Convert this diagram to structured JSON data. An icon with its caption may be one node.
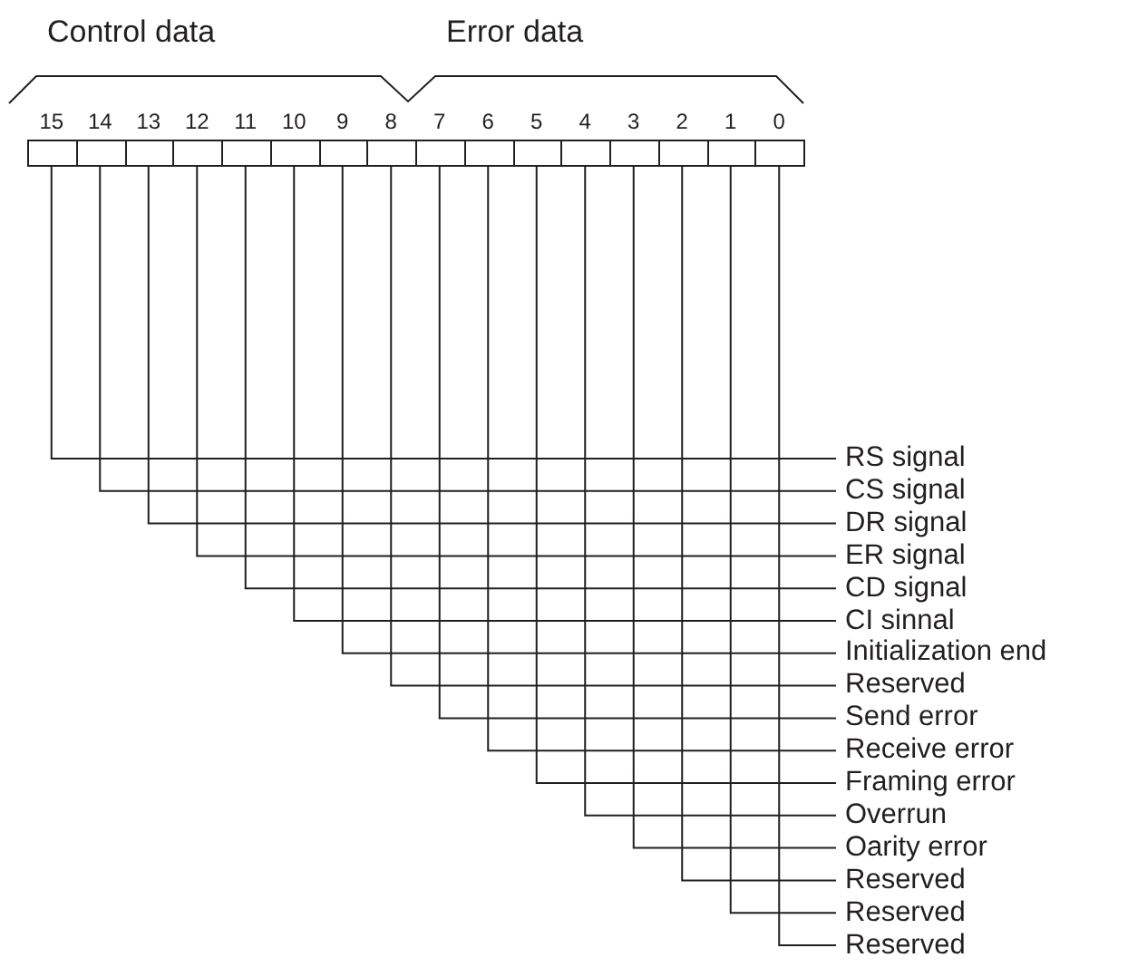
{
  "diagram": {
    "nodes": [
      {
        "text": [],
        "shape": "box",
        "beside": [
          "15"
        ]
      },
      {
        "text": [],
        "shape": "box",
        "beside": [
          "14"
        ]
      },
      {
        "text": [],
        "shape": "box",
        "beside": [
          "13"
        ]
      },
      {
        "text": [],
        "shape": "box",
        "beside": [
          "12"
        ]
      },
      {
        "text": [],
        "shape": "box",
        "beside": [
          "11"
        ]
      },
      {
        "text": [],
        "shape": "box",
        "beside": [
          "10"
        ]
      },
      {
        "text": [],
        "shape": "box",
        "beside": [
          "9"
        ]
      },
      {
        "text": [],
        "shape": "box",
        "beside": [
          "8"
        ]
      },
      {
        "text": [],
        "shape": "box",
        "beside": [
          "7"
        ]
      },
      {
        "text": [],
        "shape": "box",
        "beside": [
          "6"
        ]
      },
      {
        "text": [],
        "shape": "box",
        "beside": [
          "5"
        ]
      },
      {
        "text": [],
        "shape": "box",
        "beside": [
          "4"
        ]
      },
      {
        "text": [],
        "shape": "box",
        "beside": [
          "3"
        ]
      },
      {
        "text": [],
        "shape": "box",
        "beside": [
          "2"
        ]
      },
      {
        "text": [],
        "shape": "box",
        "beside": [
          "1"
        ]
      },
      {
        "text": [],
        "shape": "box",
        "beside": [
          "0"
        ]
      },
      {
        "text": [
          "RS signal"
        ]
      },
      {
        "text": [
          "CS signal"
        ]
      },
      {
        "text": [
          "DR signal"
        ]
      },
      {
        "text": [
          "ER signal"
        ]
      },
      {
        "text": [
          "CD signal"
        ]
      },
      {
        "text": [
          "CI sinnal"
        ]
      },
      {
        "text": [
          "Initialization end"
        ]
      },
      {
        "text": [
          "Reserved"
        ]
      },
      {
        "text": [
          "Send error"
        ]
      },
      {
        "text": [
          "Receive error"
        ]
      },
      {
        "text": [
          "Framing error"
        ]
      },
      {
        "text": [
          "Overrun"
        ]
      },
      {
        "text": [
          "Oarity error"
        ]
      },
      {
        "text": [
          "Reserved"
        ]
      },
      {
        "text": [
          "Reserved"
        ]
      },
      {
        "text": [
          "Reserved"
        ]
      }
    ],
    "edges": [
      {
        "from": 0,
        "to": 16,
        "arrow": "none"
      },
      {
        "from": 1,
        "to": 17,
        "arrow": "none"
      },
      {
        "from": 2,
        "to": 18,
        "arrow": "none"
      },
      {
        "from": 3,
        "to": 19,
        "arrow": "none"
      },
      {
        "from": 4,
        "to": 20,
        "arrow": "none"
      },
      {
        "from": 5,
        "to": 21,
        "arrow": "none"
      },
      {
        "from": 6,
        "to": 22,
        "arrow": "none"
      },
      {
        "from": 7,
        "to": 23,
        "arrow": "none"
      },
      {
        "from": 8,
        "to": 24,
        "arrow": "none"
      },
      {
        "from": 9,
        "to": 25,
        "arrow": "none"
      },
      {
        "from": 10,
        "to": 26,
        "arrow": "none"
      },
      {
        "from": 11,
        "to": 27,
        "arrow": "none"
      },
      {
        "from": 12,
        "to": 28,
        "arrow": "none"
      },
      {
        "from": 13,
        "to": 29,
        "arrow": "none"
      },
      {
        "from": 14,
        "to": 30,
        "arrow": "none"
      },
      {
        "from": 15,
        "to": 31,
        "arrow": "none"
      }
    ],
    "labels": [
      "Control data",
      "Error data"
    ]
  }
}
